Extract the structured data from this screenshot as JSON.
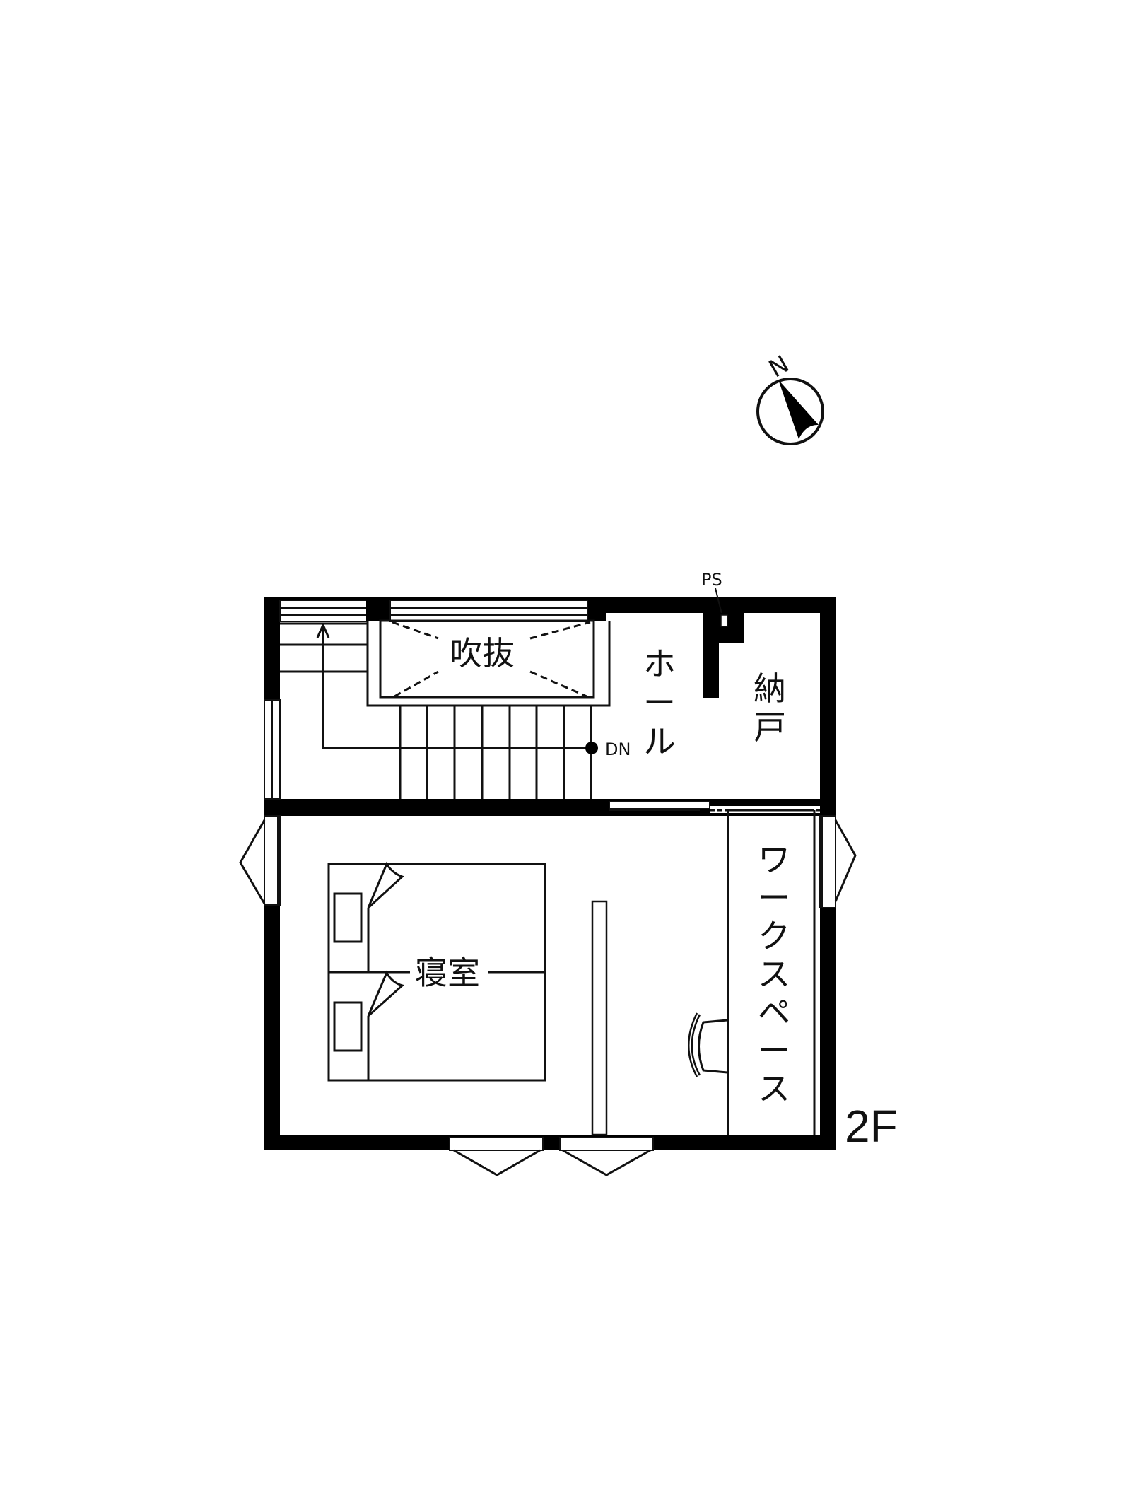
{
  "floor_label": "2F",
  "compass": {
    "label": "N",
    "icon": "north-arrow-icon"
  },
  "rooms": {
    "fukinuke": "吹抜",
    "hall": [
      "ホ",
      "ー",
      "ル"
    ],
    "storage": [
      "納",
      "戸"
    ],
    "bedroom": "寝室",
    "workspace": [
      "ワ",
      "ー",
      "ク",
      "ス",
      "ペ",
      "ー",
      "ス"
    ]
  },
  "annotations": {
    "pipe_space": "PS",
    "stairs_down": "DN"
  },
  "colors": {
    "wall": "#000000",
    "line": "#111111",
    "background": "#ffffff"
  }
}
